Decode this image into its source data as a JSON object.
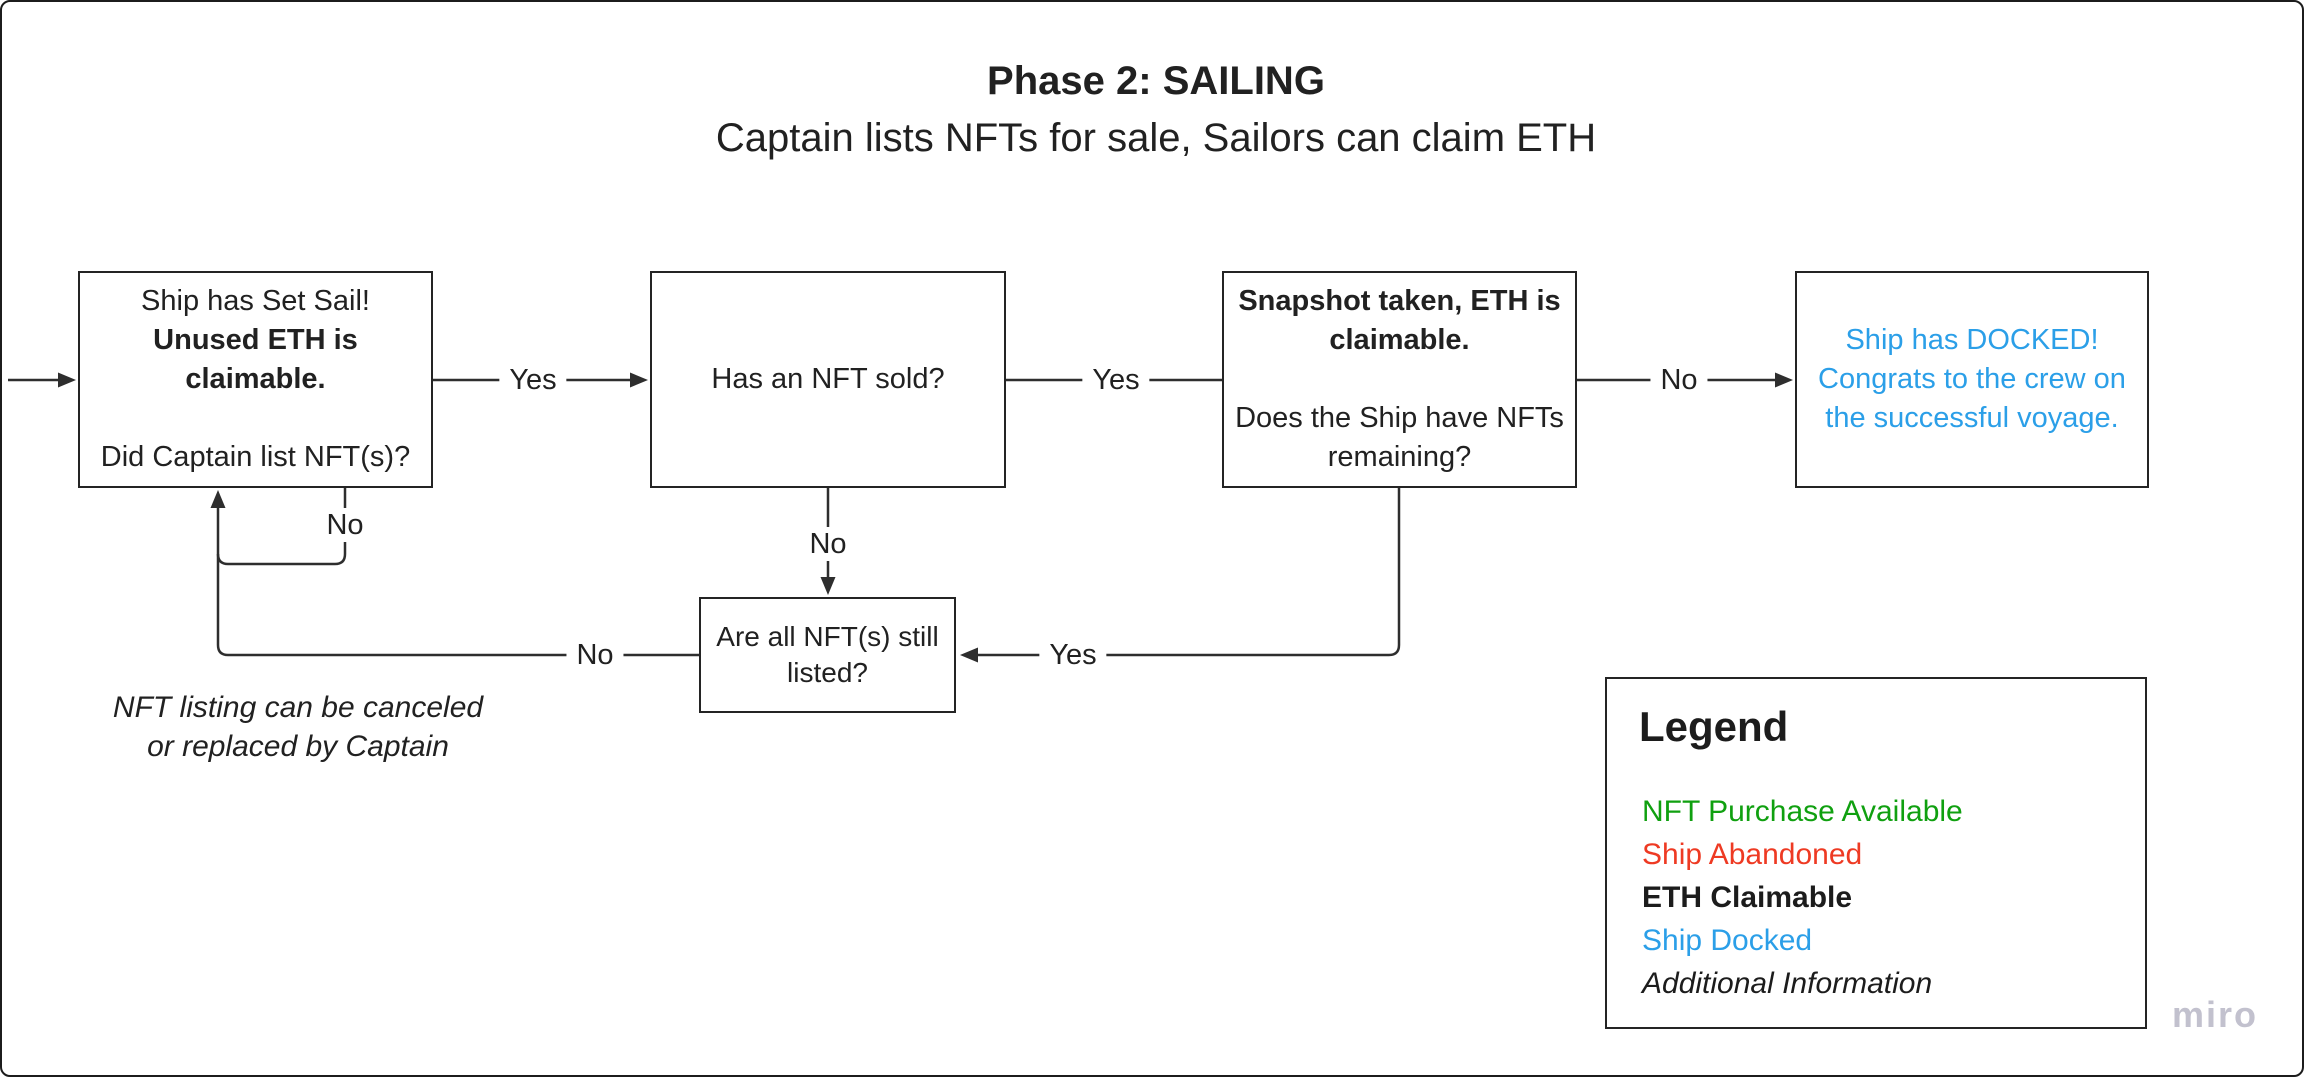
{
  "page": {
    "title": "Phase 2: SAILING",
    "subtitle": "Captain lists NFTs for sale, Sailors can claim ETH",
    "watermark": "miro"
  },
  "nodes": {
    "set_sail": {
      "intro": "Ship has Set Sail! ",
      "intro_bold": "Unused ETH is claimable.",
      "question": "Did Captain list NFT(s)?"
    },
    "nft_sold": {
      "question": "Has an NFT sold?"
    },
    "snapshot": {
      "statement_bold": "Snapshot taken, ETH is claimable.",
      "question": "Does the Ship have NFTs remaining?"
    },
    "docked": {
      "message": "Ship has DOCKED! Congrats to the crew on the successful voyage."
    },
    "still_listed": {
      "question": "Are all NFT(s) still listed?"
    }
  },
  "edges": {
    "set_sail_to_nft_sold": "Yes",
    "nft_sold_to_snapshot": "Yes",
    "snapshot_to_docked": "No",
    "nft_sold_to_still_listed": "No",
    "snapshot_to_still_listed": "Yes",
    "still_listed_to_set_sail": "No",
    "set_sail_self_loop": "No"
  },
  "note": {
    "line1": "NFT listing can be canceled",
    "line2": "or replaced by Captain"
  },
  "legend": {
    "title": "Legend",
    "items": [
      {
        "label": "NFT Purchase Available",
        "color": "#10a010"
      },
      {
        "label": "Ship Abandoned",
        "color": "#ee3a23"
      },
      {
        "label": "ETH Claimable",
        "color": "#1c1c1c",
        "bold": true
      },
      {
        "label": "Ship Docked",
        "color": "#2b9fe8"
      },
      {
        "label": "Additional Information",
        "color": "#1c1c1c",
        "italic": true
      }
    ]
  },
  "colors": {
    "line": "#2e2e2e",
    "text": "#212121",
    "docked_blue": "#2b9fe8",
    "legend_green": "#10a010",
    "legend_red": "#ee3a23",
    "watermark_gray": "#c2c1ce"
  }
}
